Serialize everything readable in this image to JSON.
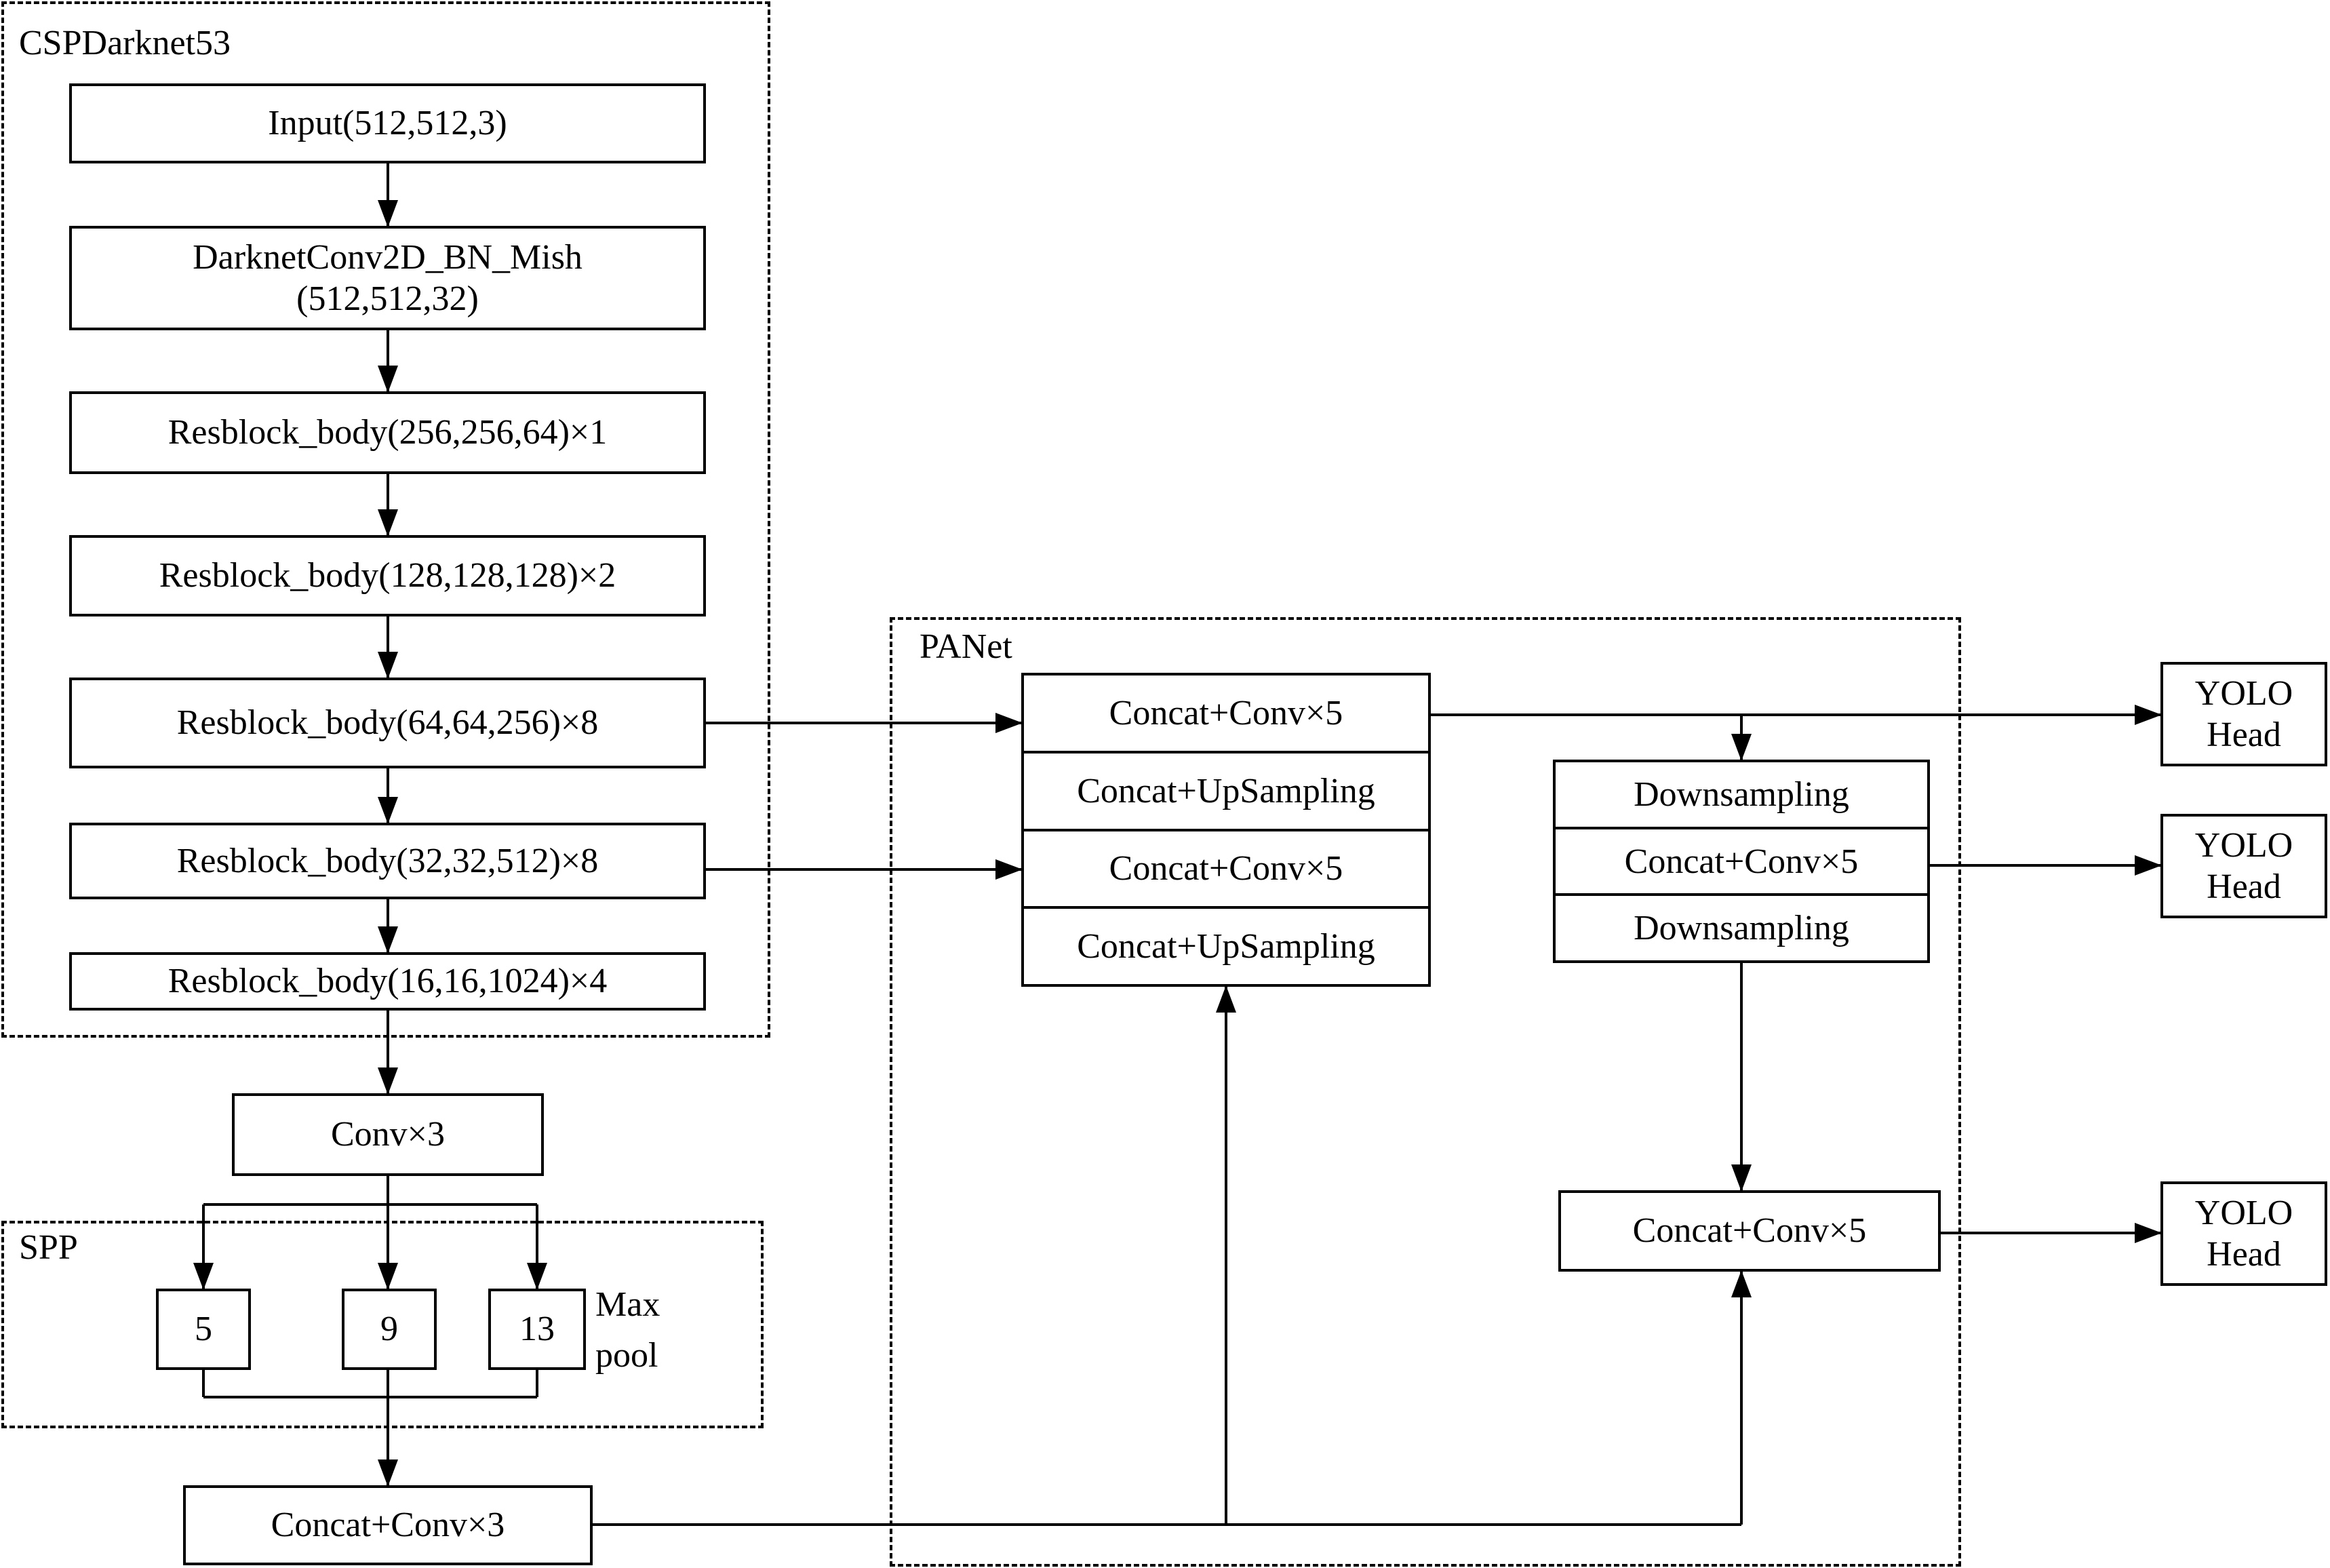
{
  "groups": {
    "backbone": "CSPDarknet53",
    "spp": "SPP",
    "panet": "PANet"
  },
  "backbone_blocks": {
    "input": "Input(512,512,3)",
    "conv_line1": "DarknetConv2D_BN_Mish",
    "conv_line2": "(512,512,32)",
    "res1": "Resblock_body(256,256,64)×1",
    "res2": "Resblock_body(128,128,128)×2",
    "res3": "Resblock_body(64,64,256)×8",
    "res4": "Resblock_body(32,32,512)×8",
    "res5": "Resblock_body(16,16,1024)×4"
  },
  "neck": {
    "conv3": "Conv×3",
    "pool5": "5",
    "pool9": "9",
    "pool13": "13",
    "maxpool_line1": "Max",
    "maxpool_line2": "pool",
    "concat_conv3": "Concat+Conv×3"
  },
  "panet": {
    "left_stack": [
      "Concat+Conv×5",
      "Concat+UpSampling",
      "Concat+Conv×5",
      "Concat+UpSampling"
    ],
    "right_stack": [
      "Downsampling",
      "Concat+Conv×5",
      "Downsampling"
    ],
    "bottom": "Concat+Conv×5"
  },
  "heads": [
    {
      "line1": "YOLO",
      "line2": "Head"
    },
    {
      "line1": "YOLO",
      "line2": "Head"
    },
    {
      "line1": "YOLO",
      "line2": "Head"
    }
  ]
}
